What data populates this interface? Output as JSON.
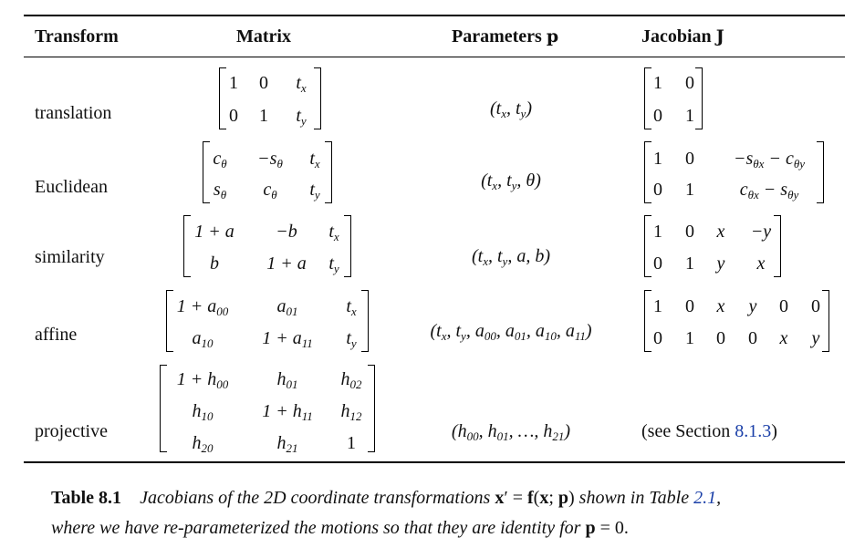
{
  "table": {
    "headers": [
      "Transform",
      "Matrix",
      "Parameters",
      "Jacobian"
    ],
    "header_symbols": [
      "p",
      "J"
    ],
    "rows": [
      {
        "name": "translation",
        "matrix": [
          [
            "1",
            "0",
            "t_x"
          ],
          [
            "0",
            "1",
            "t_y"
          ]
        ],
        "params": "(t_x, t_y)",
        "jacobian": [
          [
            "1",
            "0"
          ],
          [
            "0",
            "1"
          ]
        ]
      },
      {
        "name": "Euclidean",
        "matrix": [
          [
            "c_θ",
            "−s_θ",
            "t_x"
          ],
          [
            "s_θ",
            "c_θ",
            "t_y"
          ]
        ],
        "params": "(t_x, t_y, θ)",
        "jacobian": [
          [
            "1",
            "0",
            "−s_θx − c_θy"
          ],
          [
            "0",
            "1",
            "c_θx − s_θy"
          ]
        ]
      },
      {
        "name": "similarity",
        "matrix": [
          [
            "1 + a",
            "−b",
            "t_x"
          ],
          [
            "b",
            "1 + a",
            "t_y"
          ]
        ],
        "params": "(t_x, t_y, a, b)",
        "jacobian": [
          [
            "1",
            "0",
            "x",
            "−y"
          ],
          [
            "0",
            "1",
            "y",
            "x"
          ]
        ]
      },
      {
        "name": "affine",
        "matrix": [
          [
            "1 + a_00",
            "a_01",
            "t_x"
          ],
          [
            "a_10",
            "1 + a_11",
            "t_y"
          ]
        ],
        "params": "(t_x, t_y, a_00, a_01, a_10, a_11)",
        "jacobian": [
          [
            "1",
            "0",
            "x",
            "y",
            "0",
            "0"
          ],
          [
            "0",
            "1",
            "0",
            "0",
            "x",
            "y"
          ]
        ]
      },
      {
        "name": "projective",
        "matrix": [
          [
            "1 + h_00",
            "h_01",
            "h_02"
          ],
          [
            "h_10",
            "1 + h_11",
            "h_12"
          ],
          [
            "h_20",
            "h_21",
            "1"
          ]
        ],
        "params": "(h_00, h_01, …, h_21)",
        "jacobian_note": "(see Section",
        "jacobian_link": "8.1.3",
        "jacobian_close": ")"
      }
    ]
  },
  "caption": {
    "label": "Table 8.1",
    "text_1": "Jacobians of the 2D coordinate transformations",
    "formula": "x′ = f(x; p)",
    "text_2": "shown in Table",
    "link": "2.1",
    "text_3": ",",
    "line2": "where we have re-parameterized the motions so that they are identity for",
    "formula_end": "p = 0."
  }
}
